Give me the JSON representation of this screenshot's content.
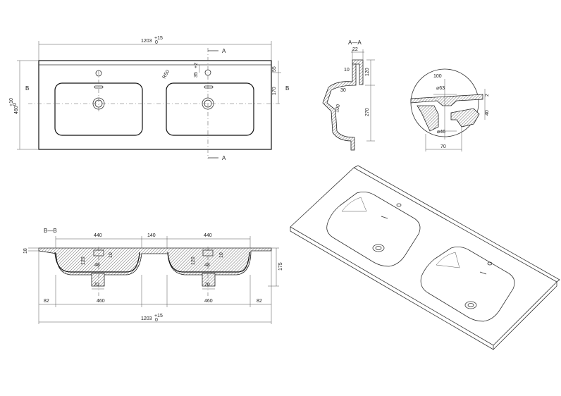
{
  "top_view": {
    "width": "1203",
    "width_tol_upper": "+15",
    "width_tol_lower": "0",
    "depth": "460",
    "depth_tol_upper": "+10",
    "depth_tol_lower": "0",
    "radius": "R50",
    "d35": "35",
    "d35_tol": "+2",
    "d55": "55",
    "d170": "170",
    "section_a": "A",
    "section_b": "B"
  },
  "section_aa": {
    "title": "A—A",
    "d22": "22",
    "d10": "10",
    "d120": "120",
    "d30": "30",
    "d270": "270",
    "d100": "100"
  },
  "detail": {
    "d100": "100",
    "d63": "⌀63",
    "d2": "2",
    "d46": "⌀46",
    "d40": "40",
    "d70": "70"
  },
  "section_bb": {
    "title": "B—B",
    "d18": "18",
    "d440a": "440",
    "d140": "140",
    "d440b": "440",
    "d10a": "10",
    "d10b": "10",
    "d120a": "120",
    "d120b": "120",
    "d48a": "48",
    "d48b": "48",
    "d70a": "70",
    "d70b": "70",
    "d175": "175",
    "d82a": "82",
    "d82b": "82",
    "d460a": "460",
    "d460b": "460",
    "total": "1203",
    "total_tol_upper": "+15",
    "total_tol_lower": "0"
  }
}
